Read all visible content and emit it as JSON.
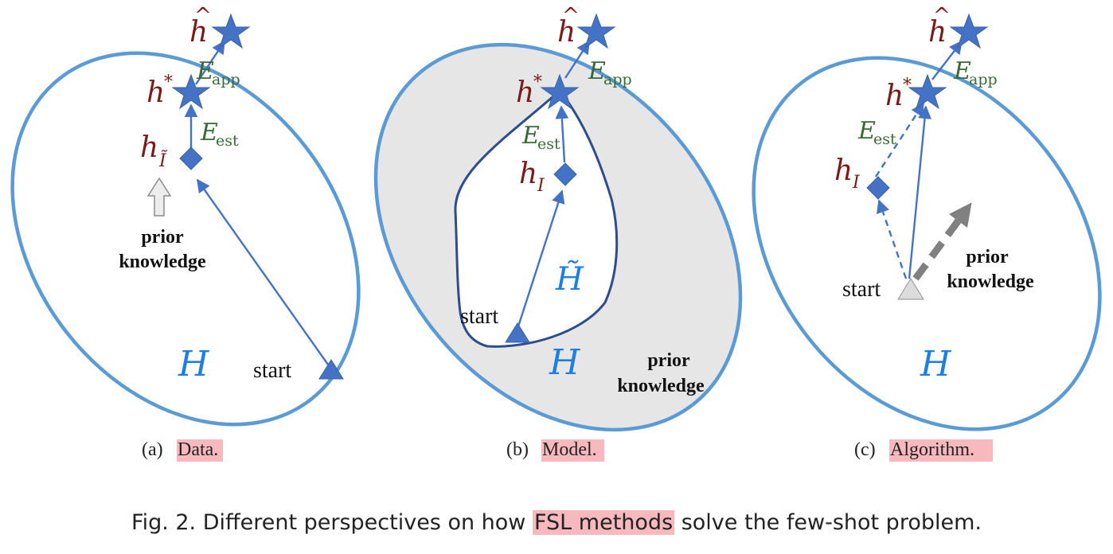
{
  "colors": {
    "ellipse": "#5b9bd5",
    "arrow": "#4472c4",
    "label_red": "#7b1a1a",
    "label_green": "#386a36",
    "H_blue": "#1f7fe0",
    "highlight": "#f7b9bd",
    "region_gray": "#e6e6e6",
    "region_outline": "#2f4d8a"
  },
  "panels": [
    {
      "id": "a",
      "labels": {
        "h_hat": "h",
        "h_star": "h",
        "h_sub": "h",
        "sub": "Ĩ",
        "err_app": "E",
        "err_app_sub": "app",
        "err_est": "E",
        "err_est_sub": "est",
        "space": "H",
        "start": "start",
        "prior_1": "prior",
        "prior_2": "knowledge"
      },
      "caption_prefix": "(a)",
      "caption_word": "Data."
    },
    {
      "id": "b",
      "labels": {
        "h_hat": "h",
        "h_star": "h",
        "h_sub": "h",
        "sub": "I",
        "err_app": "E",
        "err_app_sub": "app",
        "err_est": "E",
        "err_est_sub": "est",
        "space": "H",
        "subspace": "H̃",
        "start": "start",
        "prior_1": "prior",
        "prior_2": "knowledge"
      },
      "caption_prefix": "(b)",
      "caption_word": "Model."
    },
    {
      "id": "c",
      "labels": {
        "h_hat": "h",
        "h_star": "h",
        "h_sub": "h",
        "sub": "I",
        "err_app": "E",
        "err_app_sub": "app",
        "err_est": "E",
        "err_est_sub": "est",
        "space": "H",
        "start": "start",
        "prior_1": "prior",
        "prior_2": "knowledge"
      },
      "caption_prefix": "(c)",
      "caption_word": "Algorithm."
    }
  ],
  "caption": {
    "prefix": "Fig. 2.  Different perspectives on how ",
    "highlight": "FSL methods",
    "suffix": " solve the few-shot problem."
  }
}
